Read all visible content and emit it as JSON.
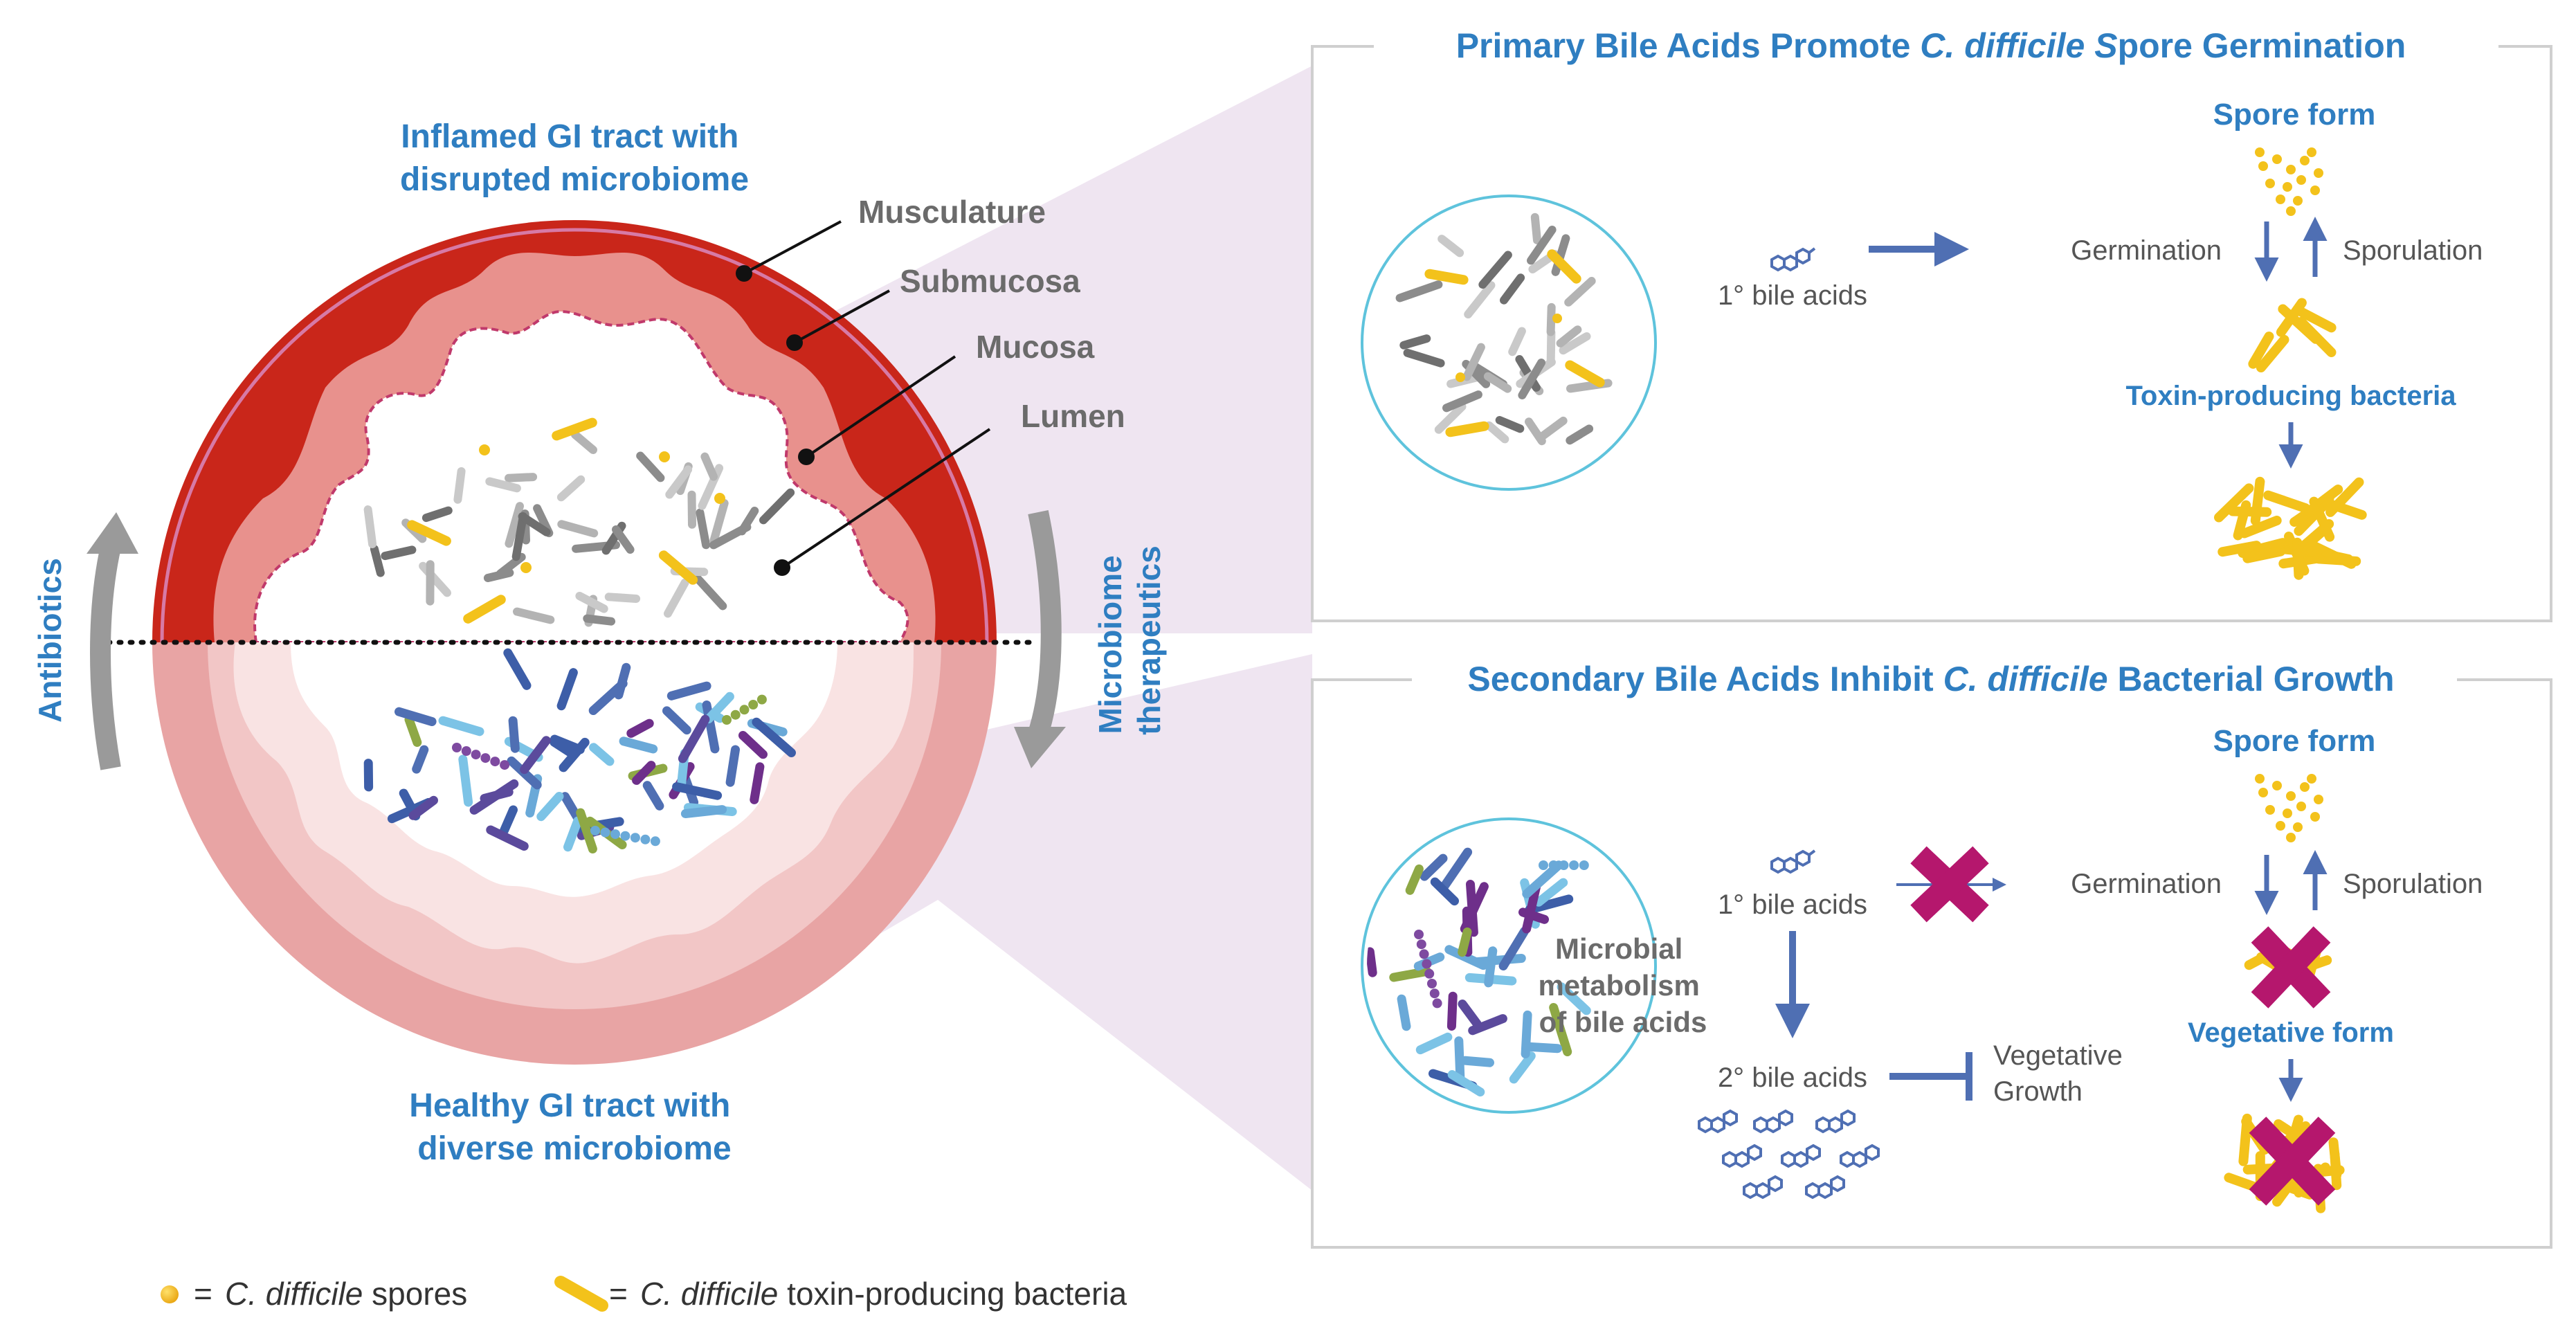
{
  "left": {
    "top_title": [
      "Inflamed GI tract with",
      "disrupted microbiome"
    ],
    "bottom_title": [
      "Healthy GI tract with",
      "diverse microbiome"
    ],
    "layers": [
      "Musculature",
      "Submucosa",
      "Mucosa",
      "Lumen"
    ],
    "antibiotics": "Antibiotics",
    "therapeutics": [
      "Microbiome",
      "therapeutics"
    ]
  },
  "legend": {
    "eq1": "=",
    "spores_italic": "C. difficile",
    "spores_rest": " spores",
    "eq2": "=",
    "bacteria_italic": "C. difficile",
    "bacteria_rest": " toxin-producing bacteria"
  },
  "panel_top": {
    "title_a": "Primary Bile Acids Promote ",
    "title_italic": "C. difficile S",
    "title_b": "pore Germination",
    "spore_form": "Spore form",
    "bile_label": "1° bile acids",
    "germination": "Germination",
    "sporulation": "Sporulation",
    "toxin_label": "Toxin-producing bacteria"
  },
  "panel_bottom": {
    "title_a": "Secondary Bile Acids Inhibit ",
    "title_italic": "C. difficile",
    "title_b": " Bacterial Growth",
    "spore_form": "Spore form",
    "bile1_label": "1° bile acids",
    "bile2_label": "2° bile acids",
    "germination": "Germination",
    "sporulation": "Sporulation",
    "metabolism": [
      "Microbial",
      "metabolism",
      "of bile acids"
    ],
    "vegetative_growth": [
      "Vegetative",
      "Growth"
    ],
    "vegetative_form": "Vegetative form"
  },
  "colors": {
    "title_blue": "#2f7ec1",
    "label_gray": "#6b6b6b",
    "arrow_blue": "#4f6fb3",
    "inflamed_red": "#c9261a",
    "healthy_pink": "#e7a8a8",
    "cdiff_yellow": "#f3c21b",
    "x_magenta": "#b5176d",
    "panel_border": "#cfcfcf",
    "circle_teal": "#5ec3dc"
  }
}
